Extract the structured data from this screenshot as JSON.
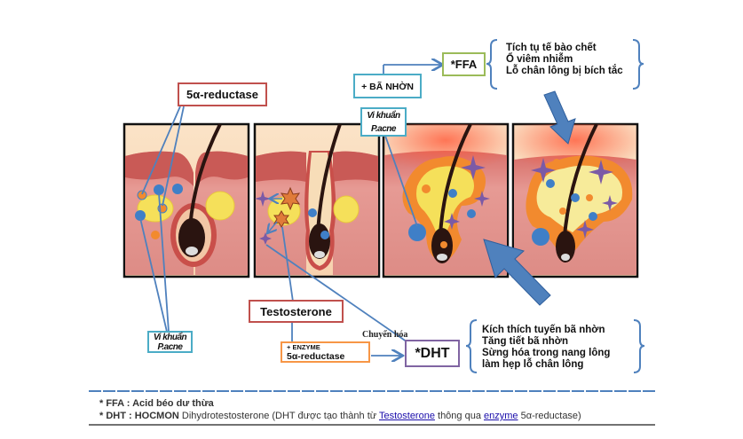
{
  "labels": {
    "reductase_top": "5α-reductase",
    "ba_nhon": "+ BÃ NHỜN",
    "ffa": "*FFA",
    "bacteria_top_line1": "Vi khuẩn",
    "bacteria_top_line2": "P.acne",
    "bacteria_bottom_line1": "Vi khuẩn",
    "bacteria_bottom_line2": "P.acne",
    "testosterone": "Testosterone",
    "enzyme_prefix": "+ ENZYME",
    "enzyme_name": "5α-reductase",
    "conversion": "Chuyển hóa",
    "dht": "*DHT"
  },
  "ffa_effects": [
    "Tích tụ tế bào chết",
    "Ổ viêm nhiễm",
    "Lỗ chân lông bị bích tắc"
  ],
  "dht_effects": [
    "Kích thích tuyến bã nhờn",
    "Tăng tiết bã nhờn",
    "Sừng hóa trong nang lông",
    "làm hẹp lỗ chân lông"
  ],
  "footnotes": {
    "ffa_line": "* FFA  : Acid béo dư thừa",
    "dht_prefix": "* DHT : HOCMON Dihydrotestosterone (DHT được tạo thành từ ",
    "dht_link1": "Testosterone",
    "dht_middle": " thông qua ",
    "dht_link2": "enzyme",
    "dht_suffix": " 5α-reductase)"
  },
  "panels": [
    {
      "stage": "normal-follicle-with-sebum"
    },
    {
      "stage": "dht-production-in-sebaceous-gland"
    },
    {
      "stage": "clogged-inflamed-follicle"
    },
    {
      "stage": "severe-inflammation"
    }
  ],
  "colors": {
    "arrow_blue": "#4f81bd",
    "skin_top": "#f9d9b6",
    "dermis": "#d9736f",
    "sebum_yellow": "#f5e05a",
    "inflammation_orange": "#f28a2e",
    "bacteria_blue": "#3f7fc7",
    "dht_star_purple": "#7b5aa6",
    "testosterone_star_orange": "#e07b39"
  }
}
